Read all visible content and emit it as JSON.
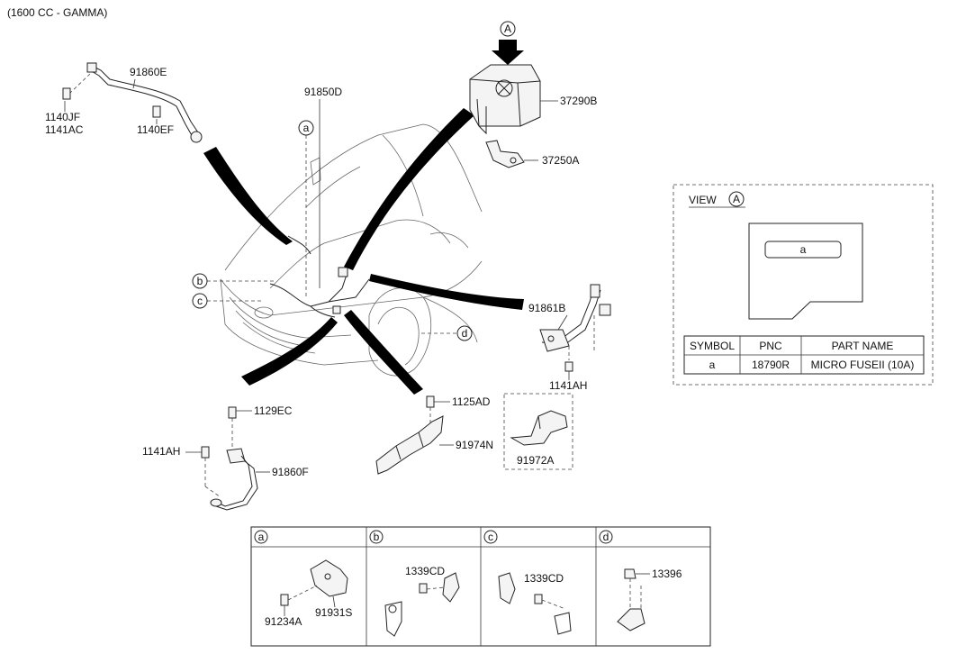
{
  "header": {
    "title": "(1600 CC - GAMMA)"
  },
  "callouts": {
    "a": "a",
    "b": "b",
    "c": "c",
    "d": "d",
    "A": "A"
  },
  "parts": {
    "p91860E": "91860E",
    "p1140JF": "1140JF",
    "p1141AC": "1141AC",
    "p1140EF": "1140EF",
    "p91850D": "91850D",
    "p37290B": "37290B",
    "p37250A": "37250A",
    "p91861B": "91861B",
    "p1141AH_r": "1141AH",
    "p1125AD": "1125AD",
    "p91974N": "91974N",
    "p91972A": "91972A",
    "p1129EC": "1129EC",
    "p1141AH_l": "1141AH",
    "p91860F": "91860F"
  },
  "view_box": {
    "view_label": "VIEW",
    "view_circle": "A",
    "fuse_label": "a",
    "table": {
      "headers": [
        "SYMBOL",
        "PNC",
        "PART NAME"
      ],
      "rows": [
        [
          "a",
          "18790R",
          "MICRO FUSEII (10A)"
        ]
      ]
    }
  },
  "detail_table": {
    "columns": [
      {
        "key": "a",
        "parts": [
          "91234A",
          "91931S"
        ]
      },
      {
        "key": "b",
        "parts": [
          "1339CD"
        ]
      },
      {
        "key": "c",
        "parts": [
          "1339CD"
        ]
      },
      {
        "key": "d",
        "parts": [
          "13396"
        ]
      }
    ]
  }
}
